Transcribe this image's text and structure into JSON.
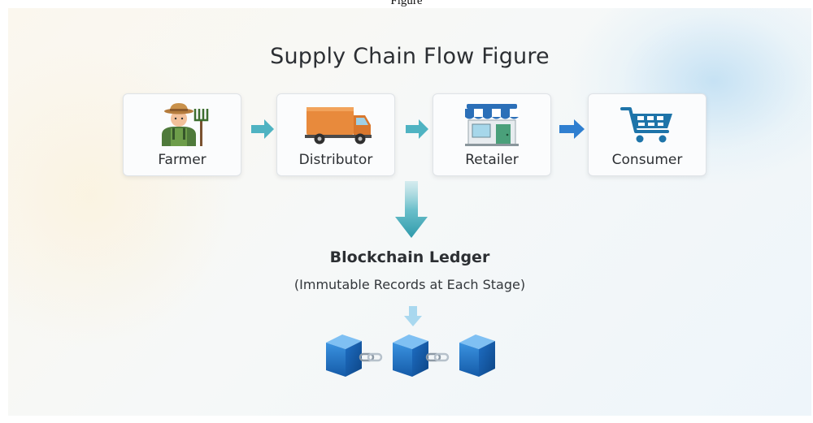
{
  "caption": "Figure",
  "title": "Supply Chain Flow Figure",
  "stages": [
    {
      "label": "Farmer",
      "icon": "farmer-icon"
    },
    {
      "label": "Distributor",
      "icon": "truck-icon"
    },
    {
      "label": "Retailer",
      "icon": "store-icon"
    },
    {
      "label": "Consumer",
      "icon": "shopping-cart-icon"
    }
  ],
  "ledger": {
    "title": "Blockchain Ledger",
    "subtitle": "(Immutable Records at Each Stage)",
    "icon": "blockchain-blocks-icon"
  },
  "colors": {
    "arrow_teal": "#4fb3c2",
    "arrow_blue": "#2f7fd0",
    "truck_orange": "#e88a3c",
    "block_blue": "#1f73c9",
    "awning_blue": "#2b6fb8"
  }
}
